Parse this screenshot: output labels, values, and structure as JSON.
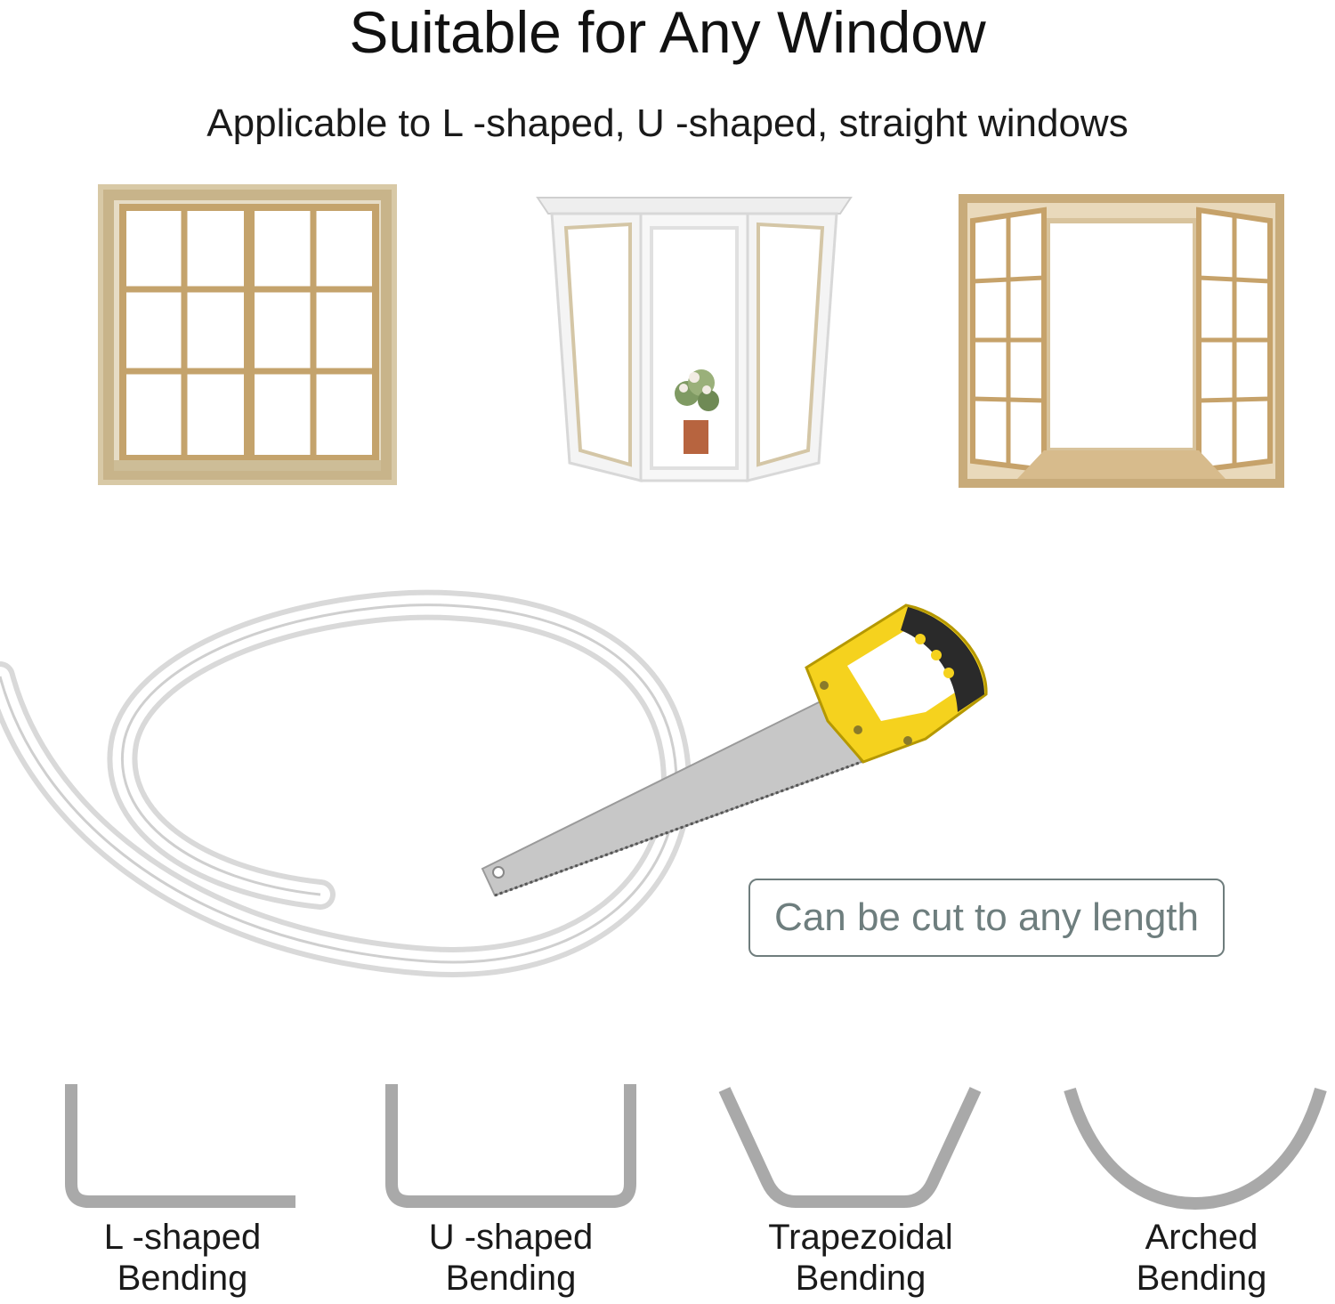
{
  "header": {
    "title": "Suitable for Any Window",
    "subtitle": "Applicable to L -shaped, U -shaped, straight windows"
  },
  "callout": {
    "text": "Can be cut to any length"
  },
  "bending": [
    {
      "line1": "L -shaped",
      "line2": "Bending"
    },
    {
      "line1": "U -shaped",
      "line2": "Bending"
    },
    {
      "line1": "Trapezoidal",
      "line2": "Bending"
    },
    {
      "line1": "Arched",
      "line2": "Bending"
    }
  ],
  "colors": {
    "wood": "#c9a877",
    "wood_dark": "#a88653",
    "strip_gray": "#a9a9a9",
    "saw_yellow": "#f5d21e",
    "callout_border": "#6f7d7d"
  }
}
